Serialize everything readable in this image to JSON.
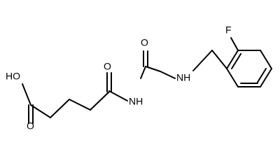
{
  "molecule": {
    "atoms": {
      "F": "F",
      "HO": "HO",
      "O_acid": "O",
      "O_amide": "O",
      "O_urea": "O",
      "NH_imide": "NH",
      "NH_amine": "NH"
    }
  }
}
